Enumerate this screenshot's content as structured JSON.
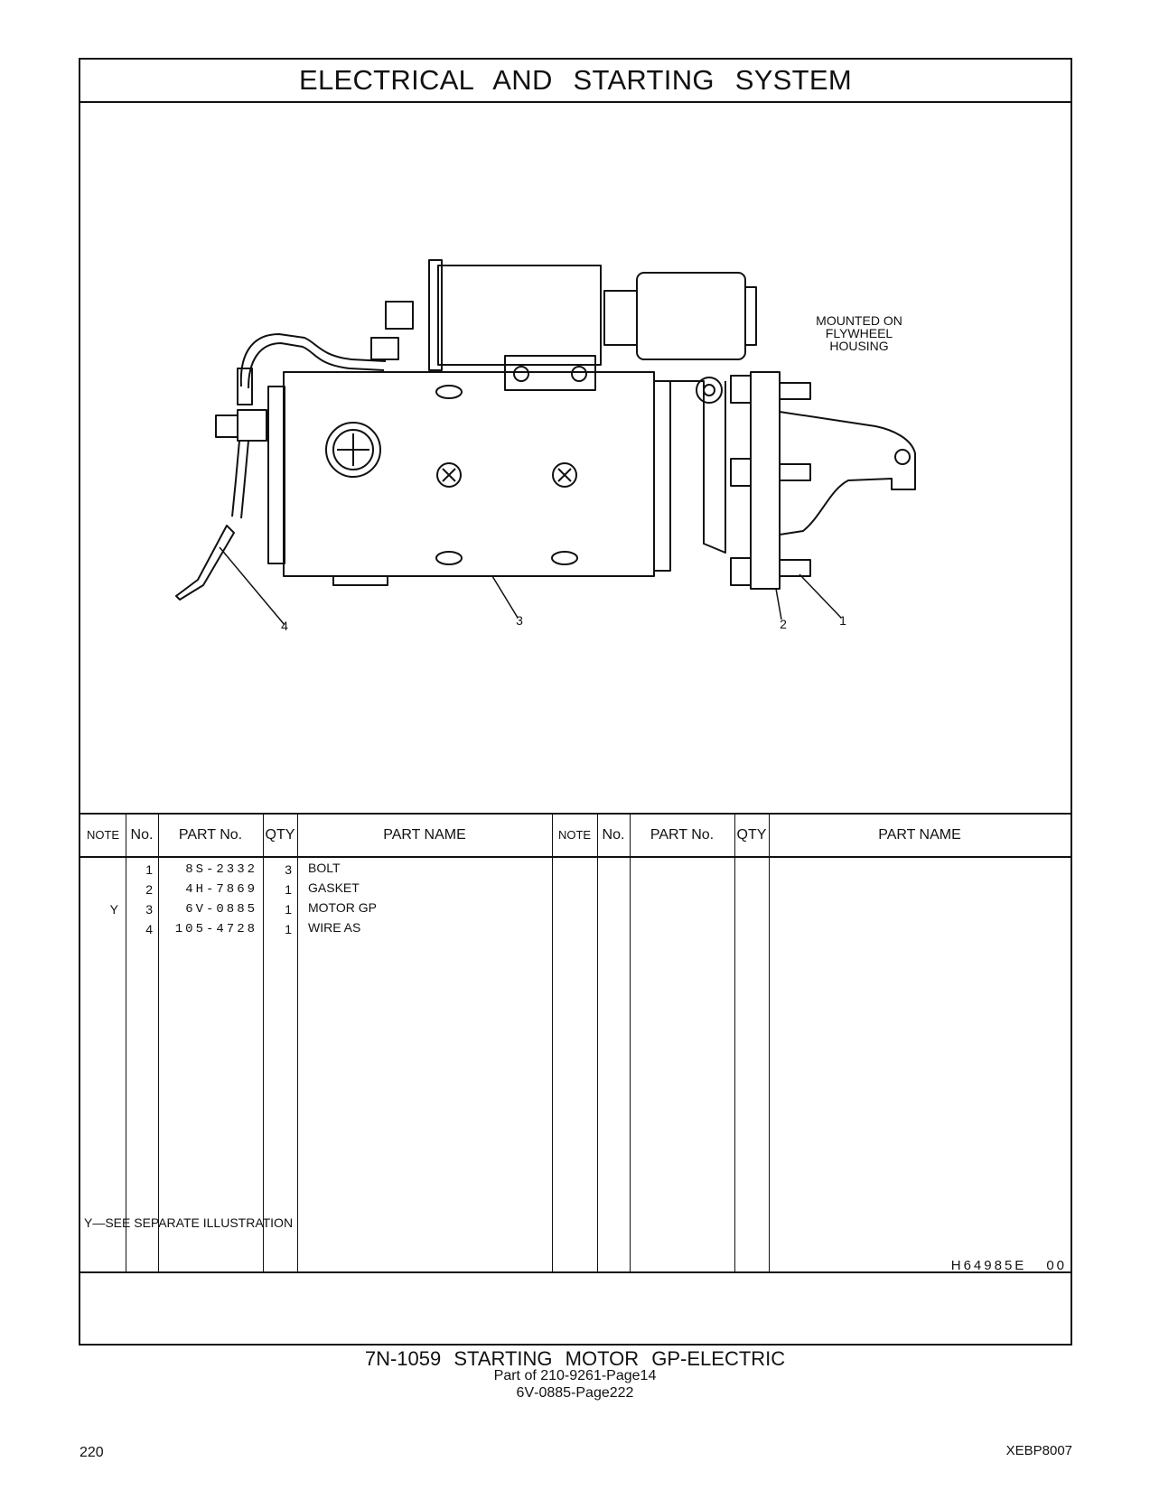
{
  "header": {
    "title": "ELECTRICAL AND STARTING SYSTEM"
  },
  "illustration": {
    "note": [
      "MOUNTED ON",
      "FLYWHEEL",
      "HOUSING"
    ],
    "callouts": [
      "4",
      "3",
      "2",
      "1"
    ]
  },
  "table": {
    "headers": {
      "note": "NOTE",
      "no": "No.",
      "part_no": "PART No.",
      "qty": "QTY",
      "part_name": "PART NAME"
    },
    "rows": [
      {
        "note": "",
        "no": "1",
        "part_no": "8S-2332",
        "qty": "3",
        "name": "BOLT"
      },
      {
        "note": "",
        "no": "2",
        "part_no": "4H-7869",
        "qty": "1",
        "name": "GASKET"
      },
      {
        "note": "Y",
        "no": "3",
        "part_no": "6V-0885",
        "qty": "1",
        "name": "MOTOR GP"
      },
      {
        "note": "",
        "no": "4",
        "part_no": "105-4728",
        "qty": "1",
        "name": "WIRE AS"
      }
    ]
  },
  "footer": {
    "legend": "Y—SEE SEPARATE ILLUSTRATION",
    "illus_code": "H64985E",
    "illus_rev": "00"
  },
  "caption": {
    "line1": "7N‐1059 STARTING MOTOR GP‐ELECTRIC",
    "line2": "Part of 210‐9261‐Page14",
    "line3": "6V‐0885‐Page222"
  },
  "page": {
    "number": "220",
    "doc_id": "XEBP8007"
  }
}
